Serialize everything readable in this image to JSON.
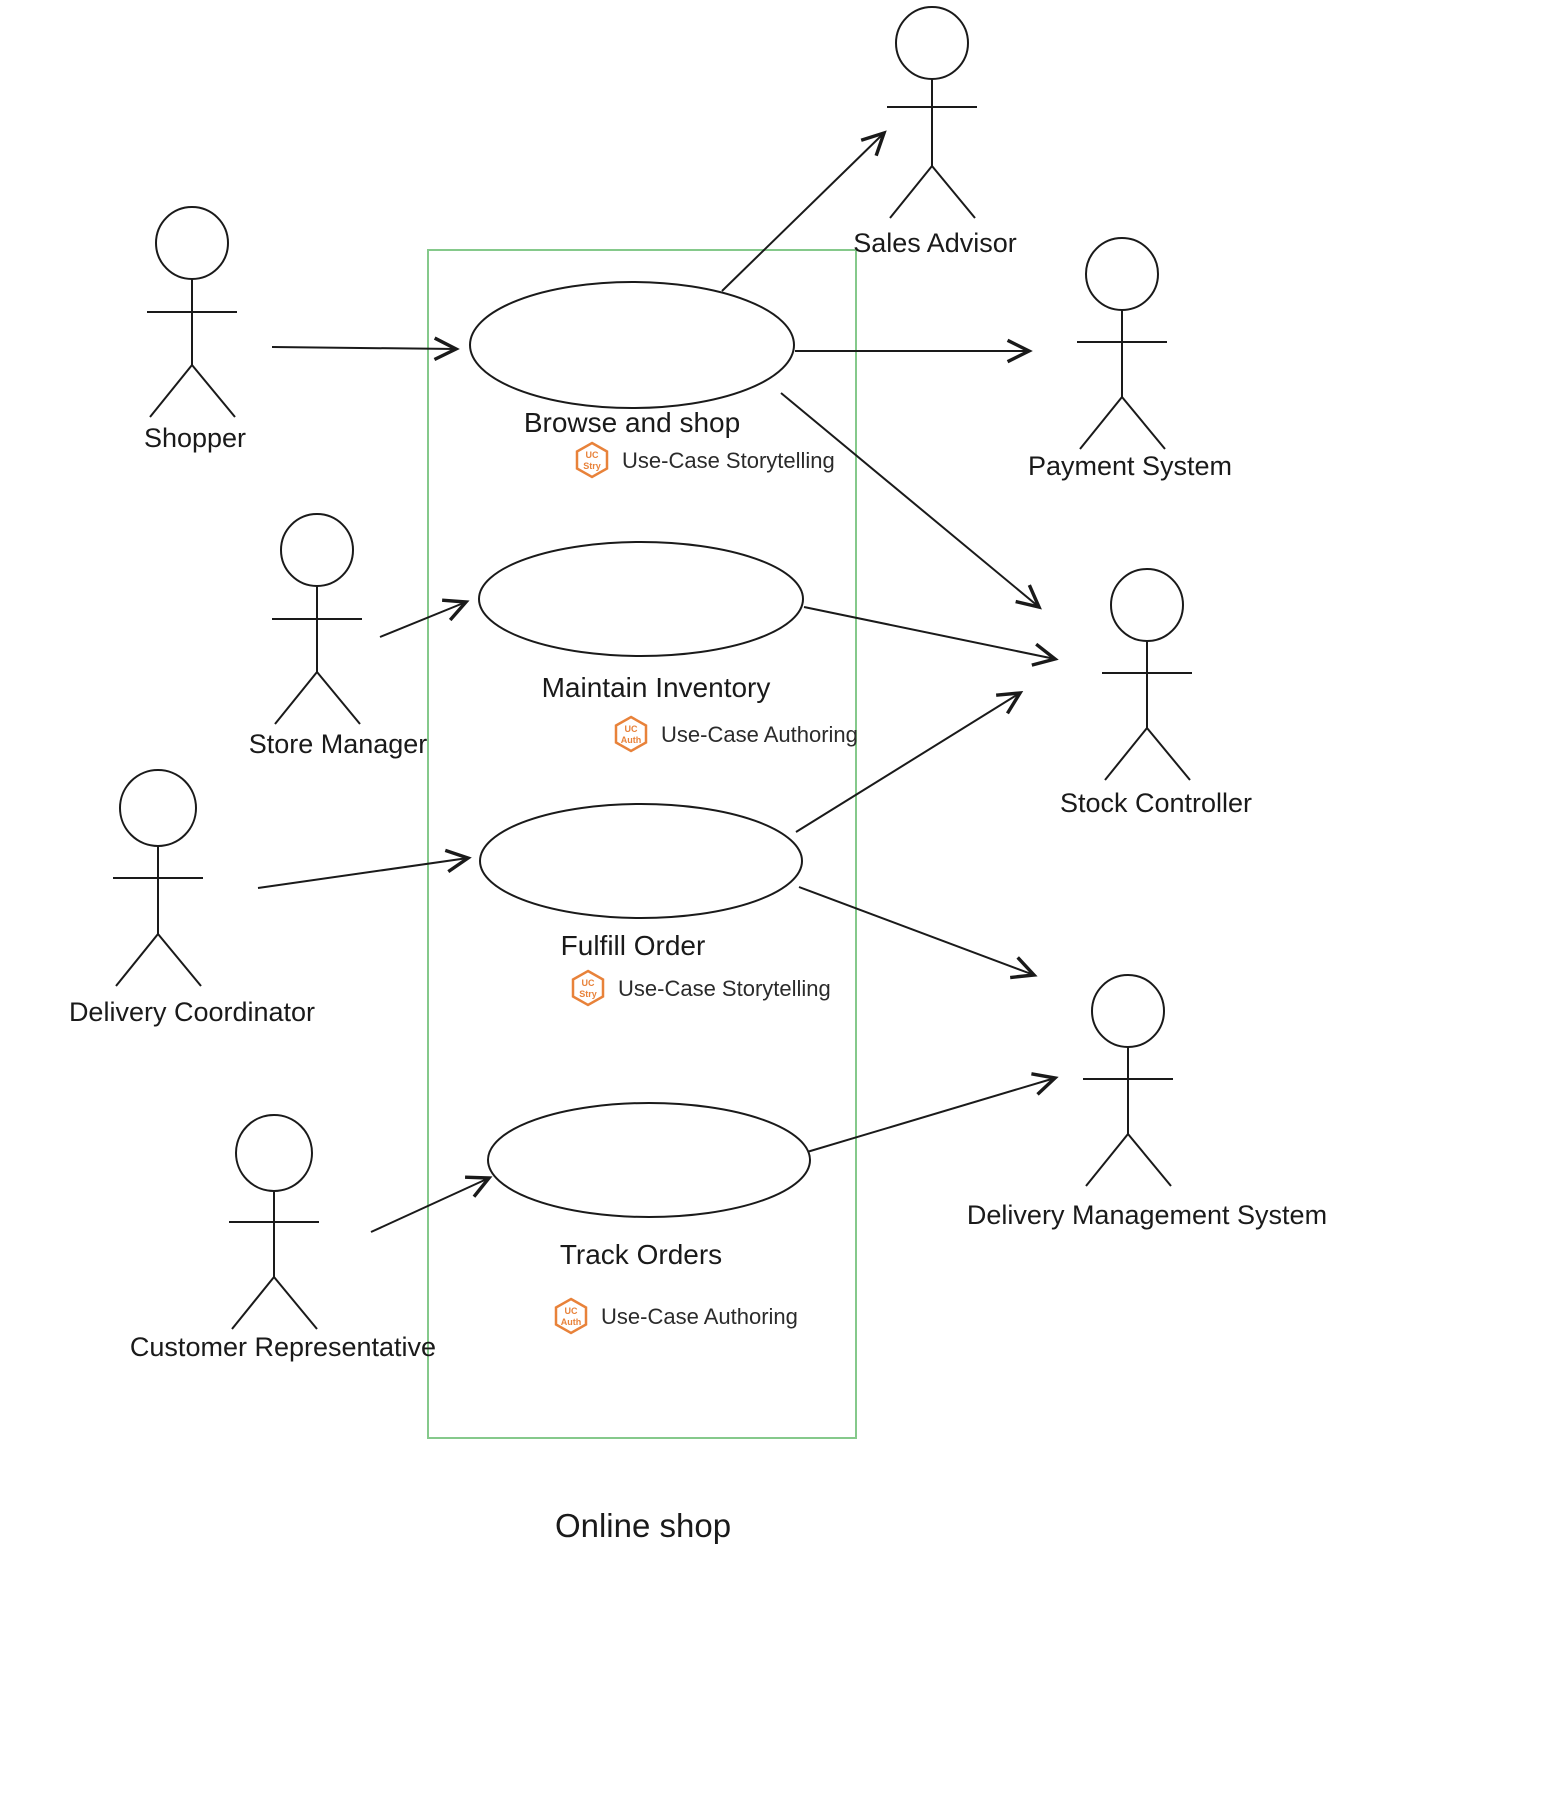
{
  "diagram": {
    "title": "Online shop",
    "actors": [
      {
        "name": "Shopper"
      },
      {
        "name": "Store Manager"
      },
      {
        "name": "Delivery Coordinator"
      },
      {
        "name": "Customer Representative"
      },
      {
        "name": "Sales Advisor"
      },
      {
        "name": "Payment System"
      },
      {
        "name": "Stock Controller"
      },
      {
        "name": "Delivery Management System"
      }
    ],
    "use_cases": [
      {
        "name": "Browse and shop",
        "badge_top": "UC",
        "badge_bottom": "Stry",
        "method_label": "Use-Case Storytelling"
      },
      {
        "name": "Maintain Inventory",
        "badge_top": "UC",
        "badge_bottom": "Auth",
        "method_label": "Use-Case Authoring"
      },
      {
        "name": "Fulfill Order",
        "badge_top": "UC",
        "badge_bottom": "Stry",
        "method_label": "Use-Case Storytelling"
      },
      {
        "name": "Track Orders",
        "badge_top": "UC",
        "badge_bottom": "Auth",
        "method_label": "Use-Case Authoring"
      }
    ],
    "colors": {
      "boundary": "#85c98b",
      "badge": "#e8823a",
      "line": "#1a1a1a"
    }
  }
}
